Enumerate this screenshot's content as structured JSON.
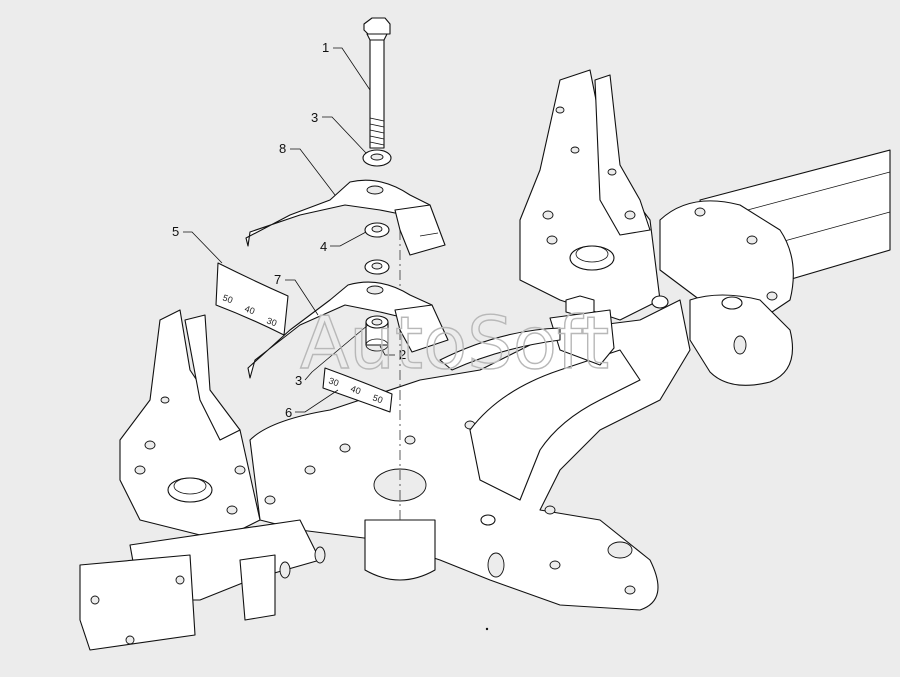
{
  "diagram": {
    "watermark": "AutoSoft",
    "callouts": [
      {
        "id": "callout-1",
        "label": "1"
      },
      {
        "id": "callout-3-top",
        "label": "3"
      },
      {
        "id": "callout-8",
        "label": "8"
      },
      {
        "id": "callout-5",
        "label": "5"
      },
      {
        "id": "callout-4",
        "label": "4"
      },
      {
        "id": "callout-7",
        "label": "7"
      },
      {
        "id": "callout-2",
        "label": "2"
      },
      {
        "id": "callout-3-bottom",
        "label": "3"
      },
      {
        "id": "callout-6",
        "label": "6"
      }
    ],
    "scale_5": [
      "50",
      "40",
      "30"
    ],
    "scale_6": [
      "30",
      "40",
      "50"
    ]
  }
}
